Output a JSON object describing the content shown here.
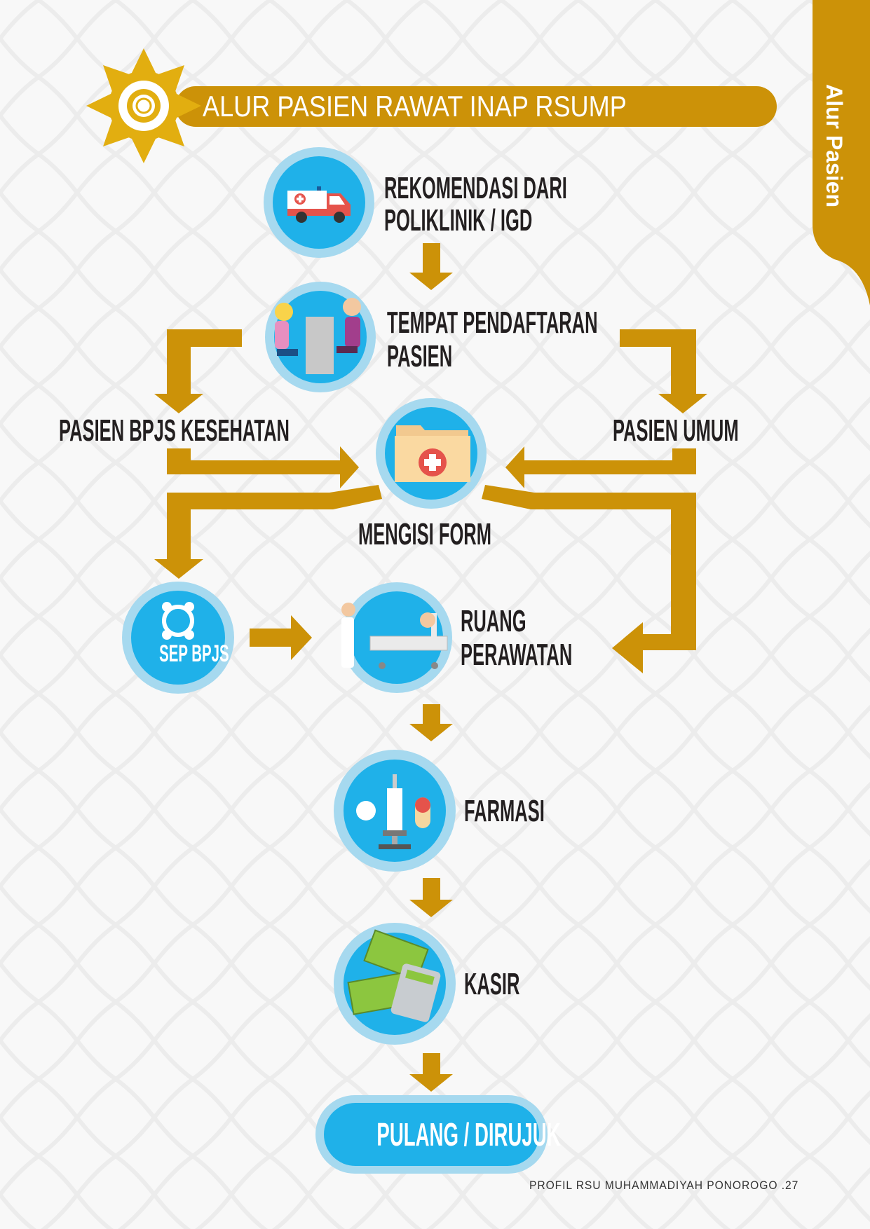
{
  "header": {
    "title": "ALUR PASIEN RAWAT INAP RSUMP",
    "side_tab": "Alur Pasien"
  },
  "steps": {
    "rekomendasi": {
      "line1": "REKOMENDASI DARI",
      "line2": "POLIKLINIK / IGD",
      "icon": "ambulance-icon"
    },
    "pendaftaran": {
      "line1": "TEMPAT PENDAFTARAN",
      "line2": "PASIEN",
      "icon": "registration-desk-icon"
    },
    "bpjs": {
      "label": "PASIEN BPJS KESEHATAN"
    },
    "umum": {
      "label": "PASIEN UMUM"
    },
    "form": {
      "label": "MENGISI FORM",
      "icon": "medical-folder-icon"
    },
    "sep": {
      "label": "SEP BPJS",
      "icon": "bpjs-logo-icon"
    },
    "ruang": {
      "line1": "RUANG",
      "line2": "PERAWATAN",
      "icon": "hospital-bed-icon"
    },
    "farmasi": {
      "label": "FARMASI",
      "icon": "medicine-icon"
    },
    "kasir": {
      "label": "KASIR",
      "icon": "cash-calculator-icon"
    },
    "pulang": {
      "label": "PULANG / DIRUJUK"
    }
  },
  "footer": {
    "text": "PROFIL RSU MUHAMMADIYAH PONOROGO .27"
  },
  "colors": {
    "gold": "#CC9208",
    "blue": "#1FB1E9",
    "ring": "#A6D9EF",
    "text": "#231F20"
  }
}
